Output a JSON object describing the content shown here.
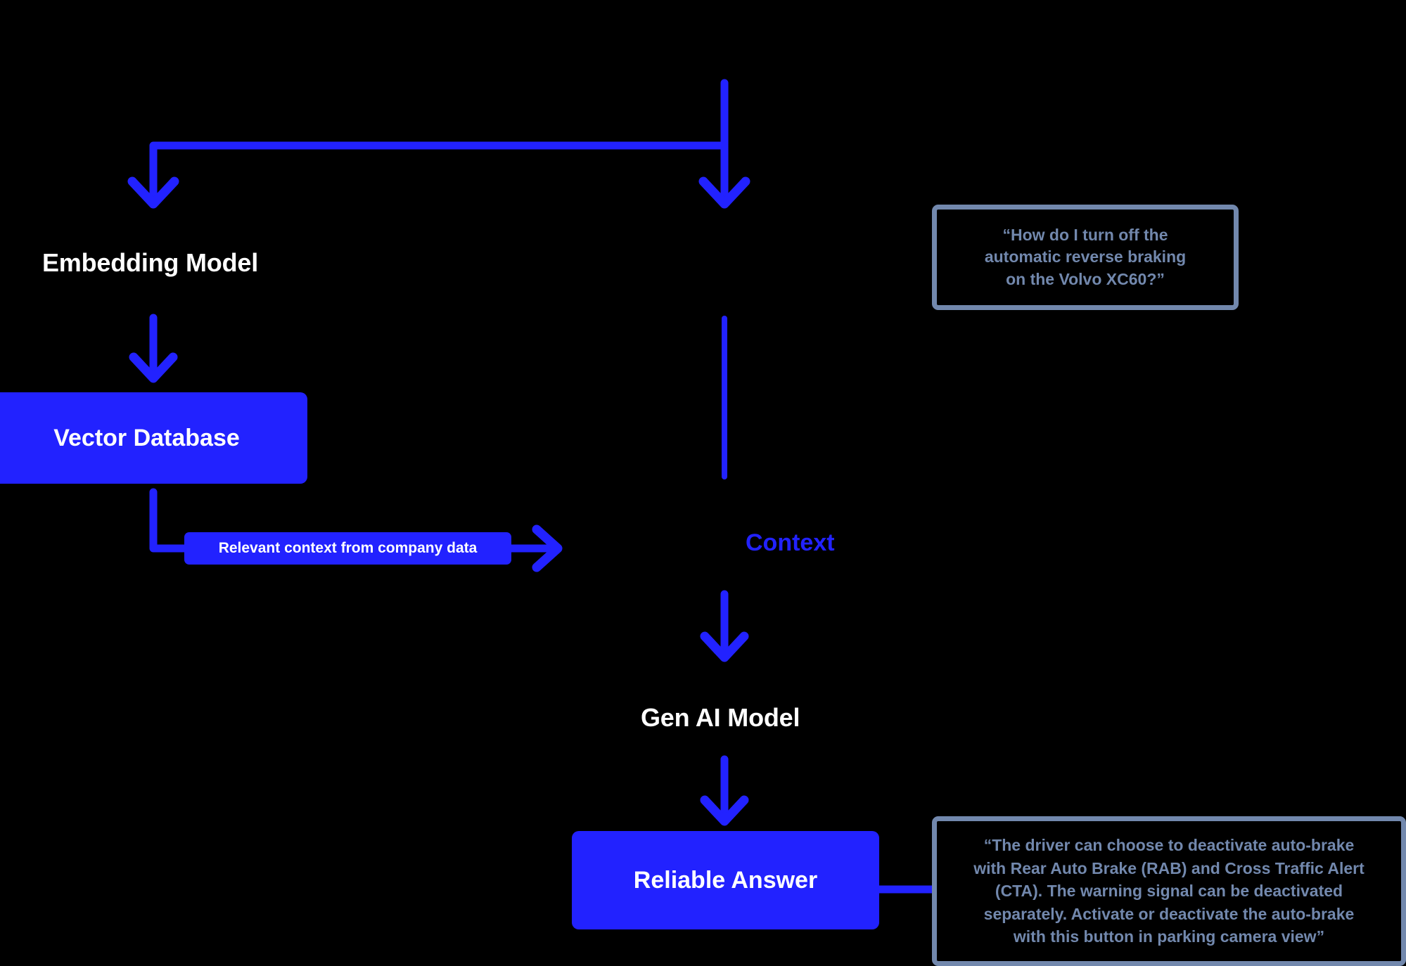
{
  "diagram": {
    "title": "RAG pipeline",
    "background_color": "#000000",
    "accent_blue": "#2222ff",
    "quote_slate": "#7288ad",
    "label_white": "#ffffff"
  },
  "nodes": {
    "embedding_model": "Embedding Model",
    "vector_database": "Vector Database",
    "gen_ai_model": "Gen AI Model",
    "reliable_answer": "Reliable Answer"
  },
  "edge_labels": {
    "relevant_context": "Relevant context from company data",
    "context": "Context"
  },
  "question_box": {
    "lines": [
      "“How do I turn off the",
      "automatic reverse braking",
      "on the Volvo XC60?”"
    ]
  },
  "answer_box": {
    "lines": [
      "“The driver can choose to deactivate auto-brake",
      "with Rear Auto Brake (RAB) and Cross Traffic Alert",
      "(CTA). The warning signal can be deactivated",
      "separately. Activate or deactivate the auto-brake",
      "with this button in parking camera view”"
    ]
  }
}
